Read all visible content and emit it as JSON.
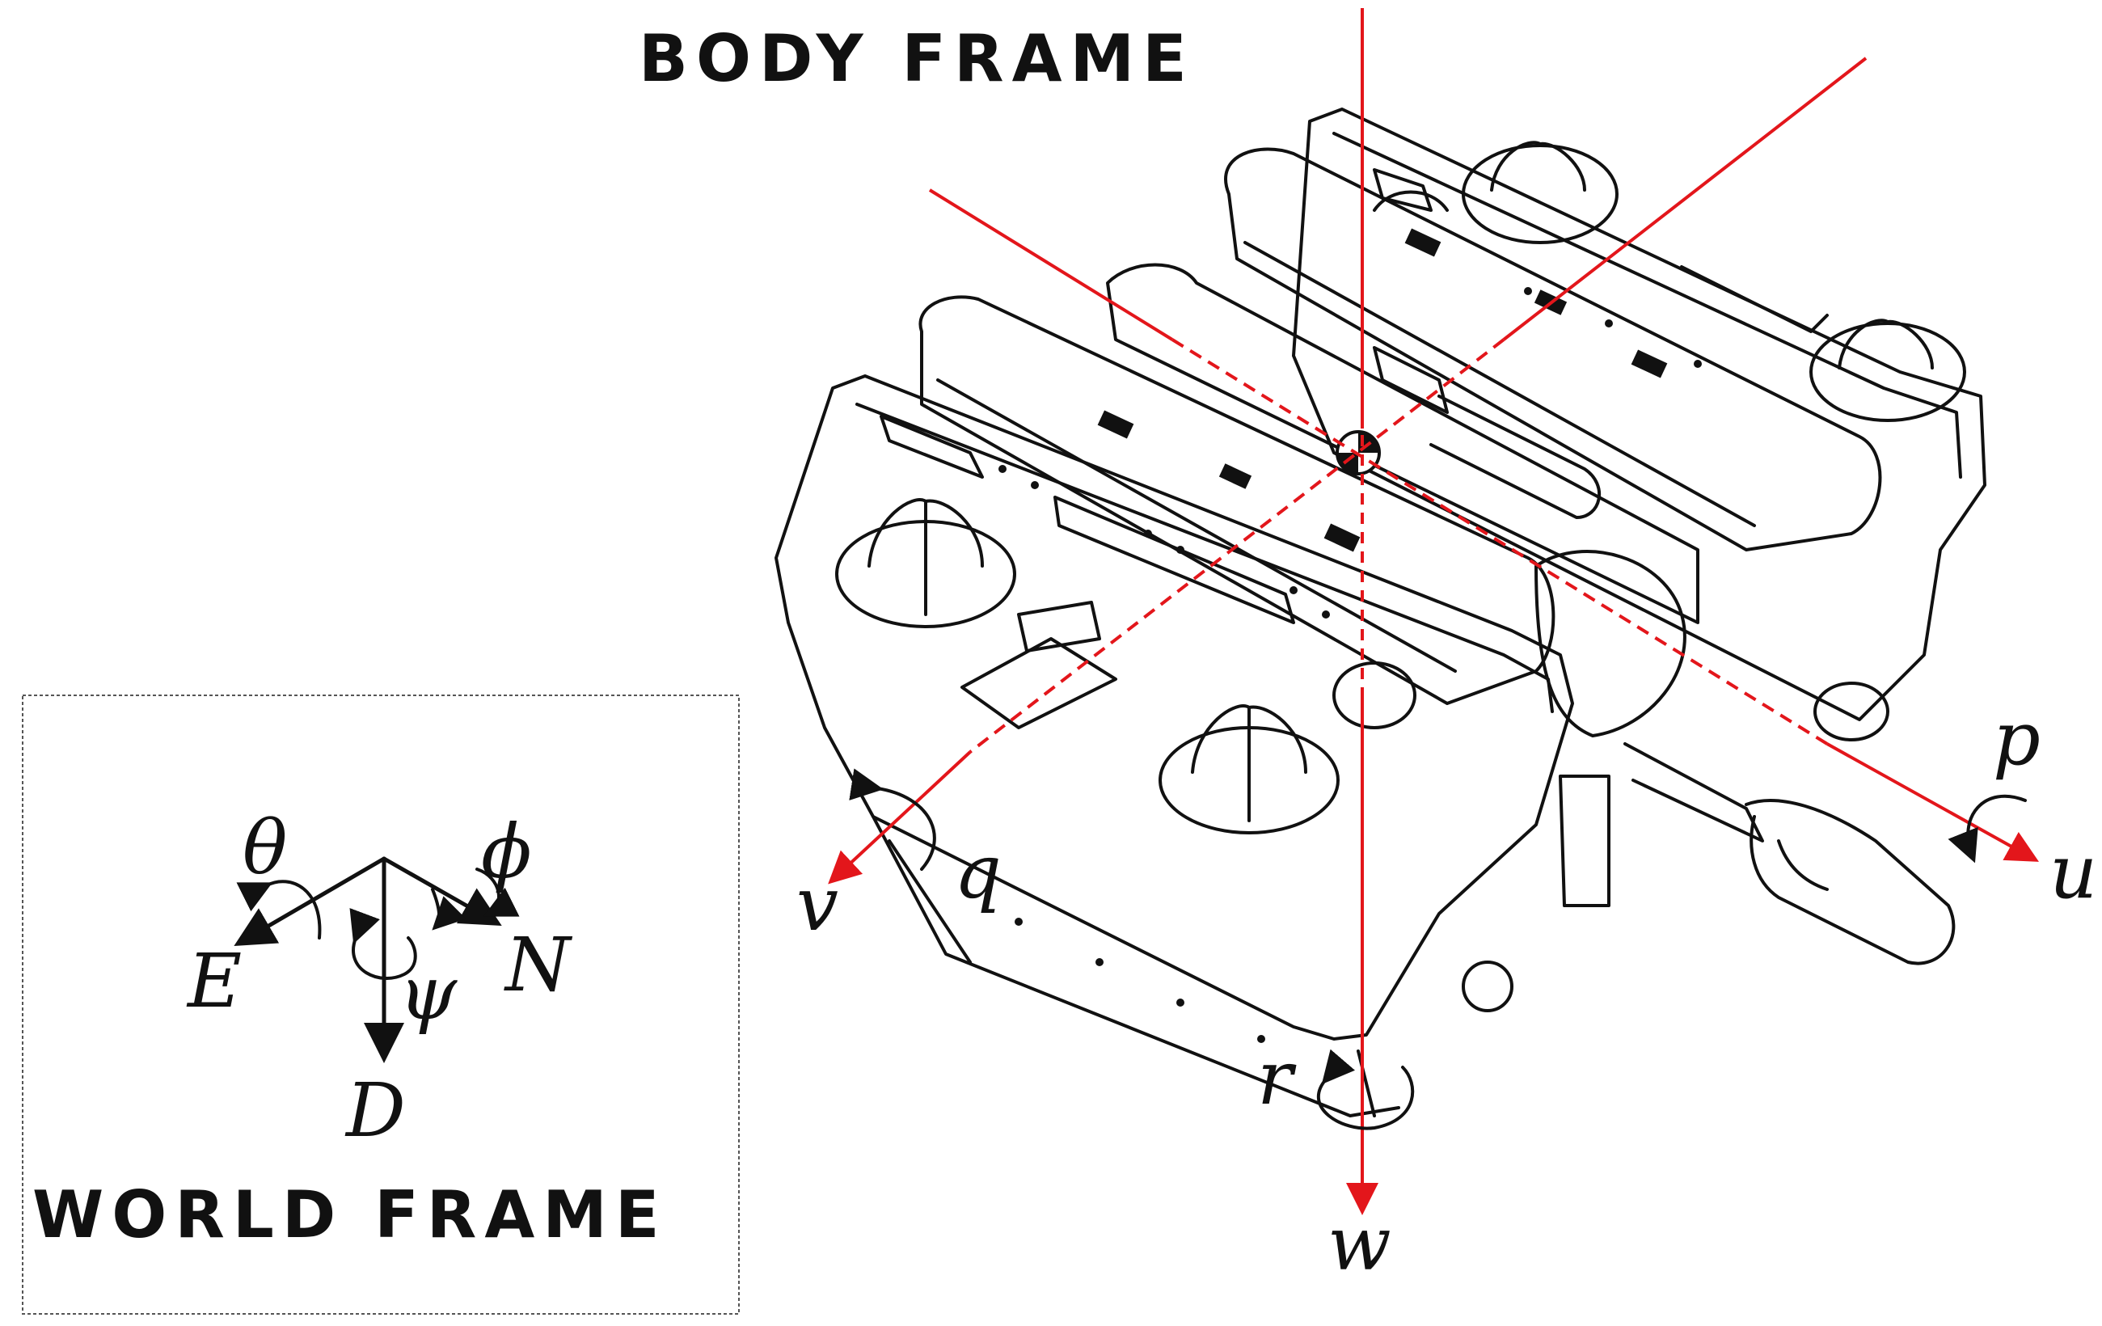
{
  "body_frame": {
    "title": "BODY FRAME",
    "linear_velocities": {
      "surge": "u",
      "sway": "v",
      "heave": "w"
    },
    "angular_velocities": {
      "roll": "p",
      "pitch": "q",
      "yaw": "r"
    }
  },
  "world_frame": {
    "title": "WORLD FRAME",
    "axes": {
      "north": "N",
      "east": "E",
      "down": "D"
    },
    "angles": {
      "roll": "ϕ",
      "pitch": "θ",
      "yaw": "ψ"
    }
  },
  "colors": {
    "axis": "#e3161b",
    "ink": "#111111",
    "frame_box": "#555555"
  },
  "icons": {
    "vehicle": "rov-vehicle-line-drawing",
    "origin": "center-of-mass-icon"
  }
}
